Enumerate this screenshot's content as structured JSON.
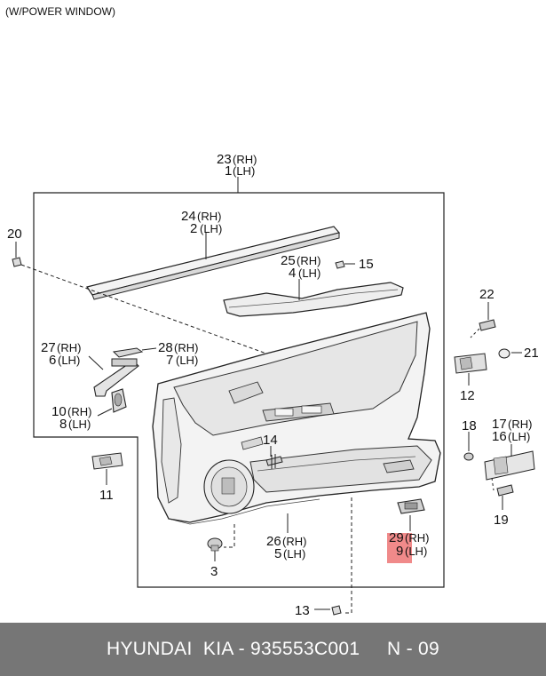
{
  "header": {
    "note": "(W/POWER WINDOW)"
  },
  "parts": {
    "p23": {
      "a": "23",
      "b": "(RH)",
      "c": "1",
      "d": "(LH)"
    },
    "p24": {
      "a": "24",
      "b": "(RH)",
      "c": "2",
      "d": "(LH)"
    },
    "p25": {
      "a": "25",
      "b": "(RH)",
      "c": "4",
      "d": "(LH)"
    },
    "p27": {
      "a": "27",
      "b": "(RH)",
      "c": "6",
      "d": "(LH)"
    },
    "p28": {
      "a": "28",
      "b": "(RH)",
      "c": "7",
      "d": "(LH)"
    },
    "p10": {
      "a": "10",
      "b": "(RH)",
      "c": "8",
      "d": "(LH)"
    },
    "p26": {
      "a": "26",
      "b": "(RH)",
      "c": "5",
      "d": "(LH)"
    },
    "p29": {
      "a": "29",
      "b": "(RH)",
      "c": "9",
      "d": "(LH)"
    },
    "p17": {
      "a": "17",
      "b": "(RH)",
      "c": "16",
      "d": "(LH)"
    },
    "single": {
      "n20": "20",
      "n15": "15",
      "n22": "22",
      "n21": "21",
      "n12": "12",
      "n14": "14",
      "n18": "18",
      "n19": "19",
      "n11": "11",
      "n3": "3",
      "n13": "13"
    }
  },
  "highlight_color": "#f08a8a",
  "footer": {
    "text": "HYUNDAI  KIA - 935553C001     N - 09"
  }
}
